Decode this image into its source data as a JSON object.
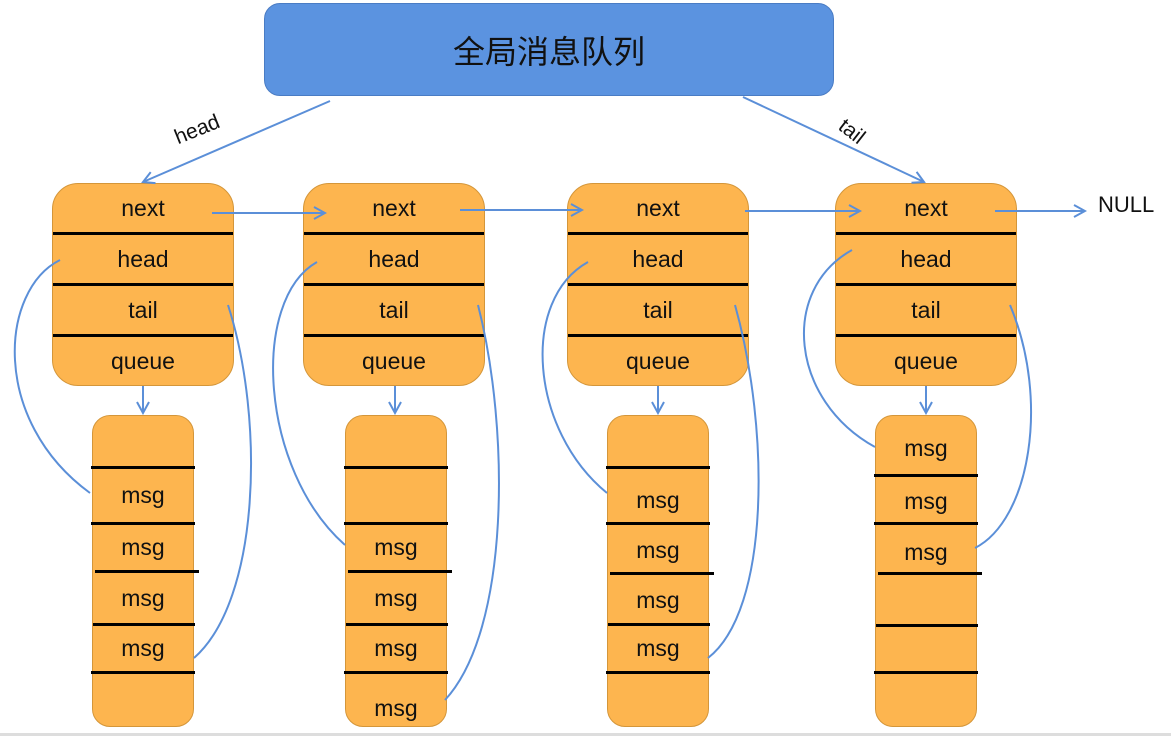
{
  "title": "全局消息队列",
  "pointer_labels": {
    "head": "head",
    "tail": "tail"
  },
  "null_label": "NULL",
  "node_fields": [
    "next",
    "head",
    "tail",
    "queue"
  ],
  "nodes": [
    {
      "id": "node-1",
      "queue_slots": [
        "",
        "msg",
        "msg",
        "msg",
        "msg",
        ""
      ]
    },
    {
      "id": "node-2",
      "queue_slots": [
        "",
        "",
        "msg",
        "msg",
        "msg",
        "msg"
      ]
    },
    {
      "id": "node-3",
      "queue_slots": [
        "",
        "msg",
        "msg",
        "msg",
        "msg",
        ""
      ]
    },
    {
      "id": "node-4",
      "queue_slots": [
        "msg",
        "msg",
        "msg",
        "",
        "",
        ""
      ]
    }
  ],
  "colors": {
    "title_fill": "#5b93e0",
    "node_fill": "#fdb54f",
    "arrow": "#5b8fd8",
    "text": "#111111"
  }
}
